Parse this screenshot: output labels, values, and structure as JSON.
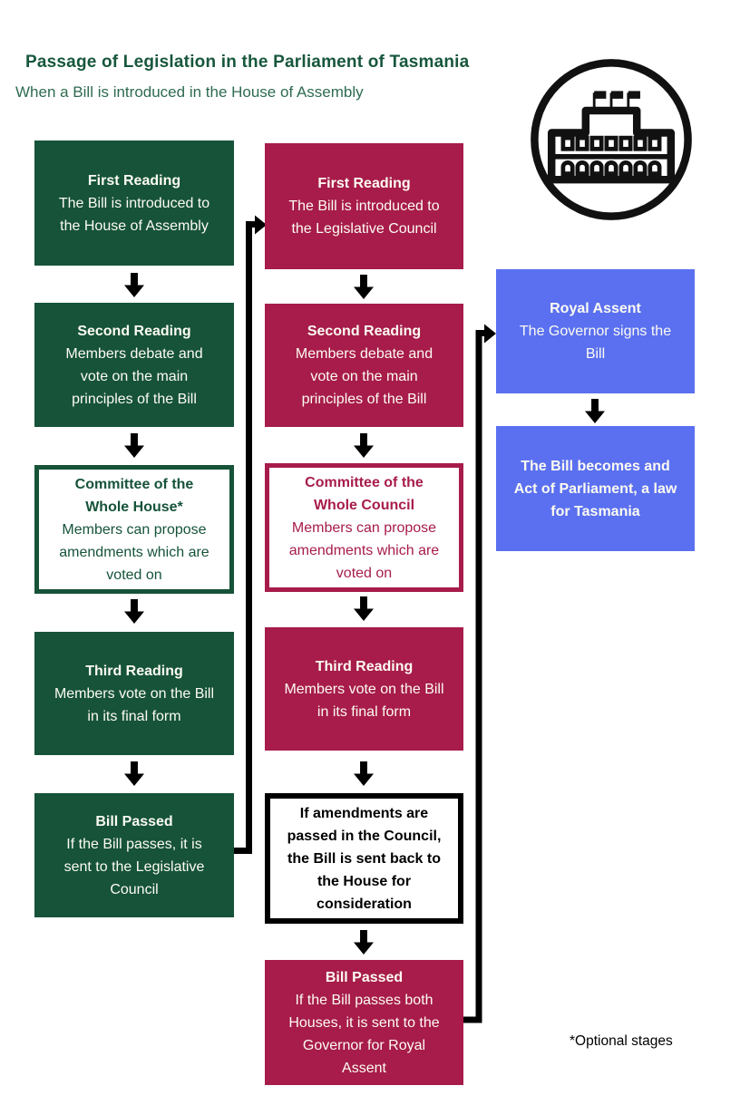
{
  "page": {
    "title": "Passage of Legislation in the Parliament of Tasmania",
    "subtitle": "When a Bill is introduced in the House of Assembly",
    "footnote": "*Optional stages"
  },
  "colors": {
    "assembly_green": "#165339",
    "council_crimson": "#A71C4B",
    "assent_blue": "#5A70F0",
    "text_on_solid": "#FDFBF2",
    "connector_black": "#000000"
  },
  "icons": {
    "building": "parliament-building-icon",
    "flow_arrow": "arrow-down-icon"
  },
  "flow": {
    "assembly": [
      {
        "title": "First Reading",
        "body": "The Bill is introduced to\nthe House of Assembly"
      },
      {
        "title": "Second Reading",
        "body": "Members debate and\nvote on the main\nprinciples of the Bill"
      },
      {
        "title": "Committee of the\nWhole House*",
        "body": "Members can propose\namendments which are\nvoted on"
      },
      {
        "title": "Third Reading",
        "body": "Members vote on the Bill\nin its final form"
      },
      {
        "title": "Bill Passed",
        "body": "If the Bill passes, it is\nsent to the Legislative\nCouncil"
      }
    ],
    "council": [
      {
        "title": "First Reading",
        "body": "The Bill is introduced to\nthe Legislative Council"
      },
      {
        "title": "Second Reading",
        "body": "Members debate and\nvote on the main\nprinciples of the Bill"
      },
      {
        "title": "Committee of the\nWhole Council",
        "body": "Members can propose\namendments which are\nvoted on"
      },
      {
        "title": "Third Reading",
        "body": "Members vote on the Bill\nin its final form"
      },
      {
        "title": "If amendments are\npassed in the Council,\nthe Bill is sent back to\nthe House for\nconsideration",
        "body": ""
      },
      {
        "title": "Bill Passed",
        "body": "If the Bill passes both\nHouses, it is sent to the\nGovernor for Royal\nAssent"
      }
    ],
    "assent": [
      {
        "title": "Royal Assent",
        "body": "The Governor signs the\nBill"
      },
      {
        "title": "The Bill becomes and\nAct of Parliament, a law\nfor Tasmania",
        "body": ""
      }
    ]
  }
}
